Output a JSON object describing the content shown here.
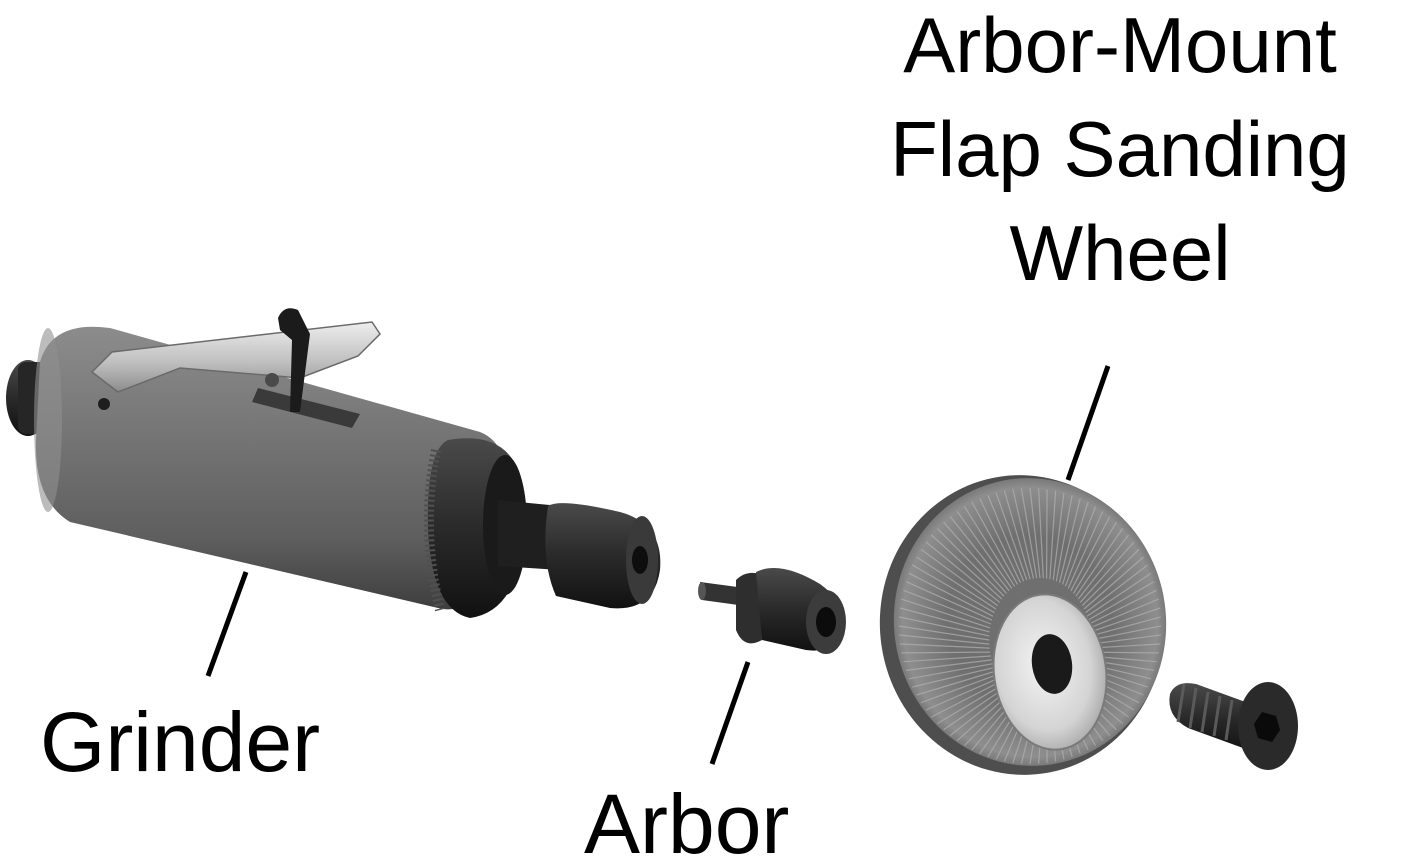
{
  "labels": {
    "wheel": [
      "Arbor-Mount",
      "Flap Sanding",
      "Wheel"
    ],
    "grinder": "Grinder",
    "arbor": "Arbor"
  },
  "colors": {
    "ink": "#000000",
    "grinder_body": "#6e6e6e",
    "grinder_dark": "#2a2a2a",
    "lever_metal": "#c9c9c9",
    "flap_grey": "#8a8a8a",
    "hub_silver": "#dcdcdc"
  }
}
